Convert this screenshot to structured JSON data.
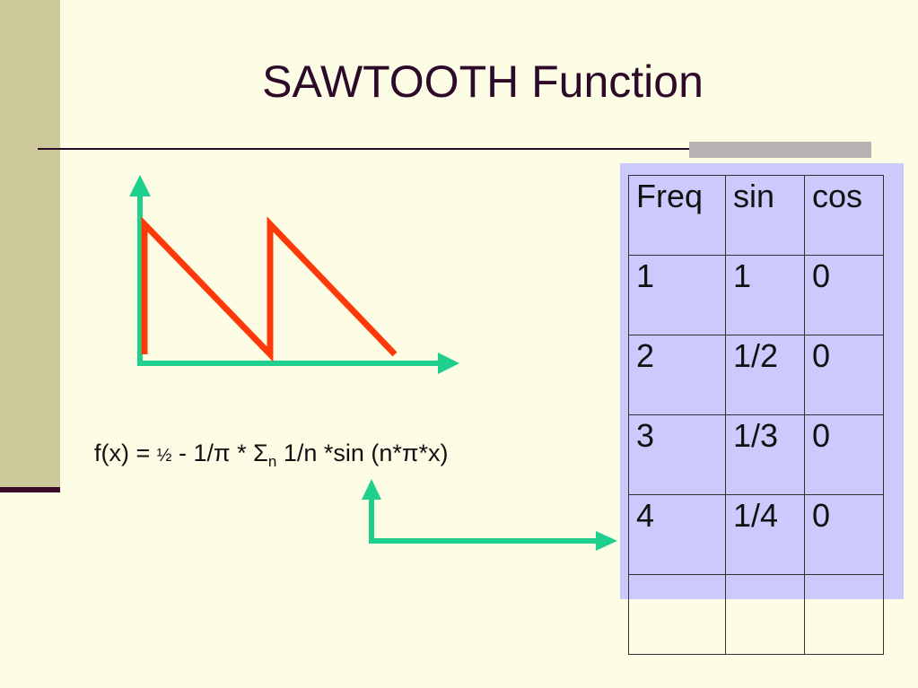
{
  "slide": {
    "title": "SAWTOOTH Function",
    "formula": {
      "lhs": "f(x) =",
      "half": "½",
      "rest_before_sub": "- 1/π * Σ",
      "sub": "n",
      "rest_after_sub": "1/n *sin (n*π*x)"
    }
  },
  "colors": {
    "axis": "#1fcf8e",
    "wave": "#ff3a0a",
    "title": "#2e0a2a",
    "background": "#fdfde6",
    "table_bg": "#cccafc"
  },
  "table": {
    "headers": [
      "Freq",
      "sin",
      "cos"
    ],
    "rows": [
      [
        "1",
        "1",
        "0"
      ],
      [
        "2",
        "1/2",
        "0"
      ],
      [
        "3",
        "1/3",
        "0"
      ],
      [
        "4",
        "1/4",
        "0"
      ],
      [
        "",
        "",
        ""
      ]
    ]
  }
}
